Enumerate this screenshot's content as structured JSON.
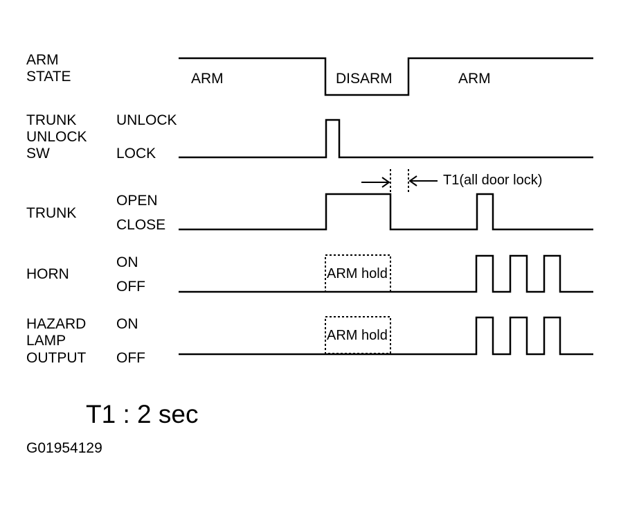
{
  "signals": {
    "arm_state": {
      "name_lines": [
        "ARM",
        "STATE"
      ],
      "segments": [
        "ARM",
        "DISARM",
        "ARM"
      ]
    },
    "trunk_unlock_sw": {
      "name_lines": [
        "TRUNK",
        "UNLOCK",
        "SW"
      ],
      "high": "UNLOCK",
      "low": "LOCK"
    },
    "trunk": {
      "name": "TRUNK",
      "high": "OPEN",
      "low": "CLOSE",
      "t1_annotation": "T1(all door lock)"
    },
    "horn": {
      "name": "HORN",
      "high": "ON",
      "low": "OFF",
      "hold_box": "ARM hold"
    },
    "hazard": {
      "name_lines": [
        "HAZARD",
        "LAMP",
        "OUTPUT"
      ],
      "high": "ON",
      "low": "OFF",
      "hold_box": "ARM hold"
    }
  },
  "footnote": "T1 : 2 sec",
  "figure_code": "G01954129"
}
